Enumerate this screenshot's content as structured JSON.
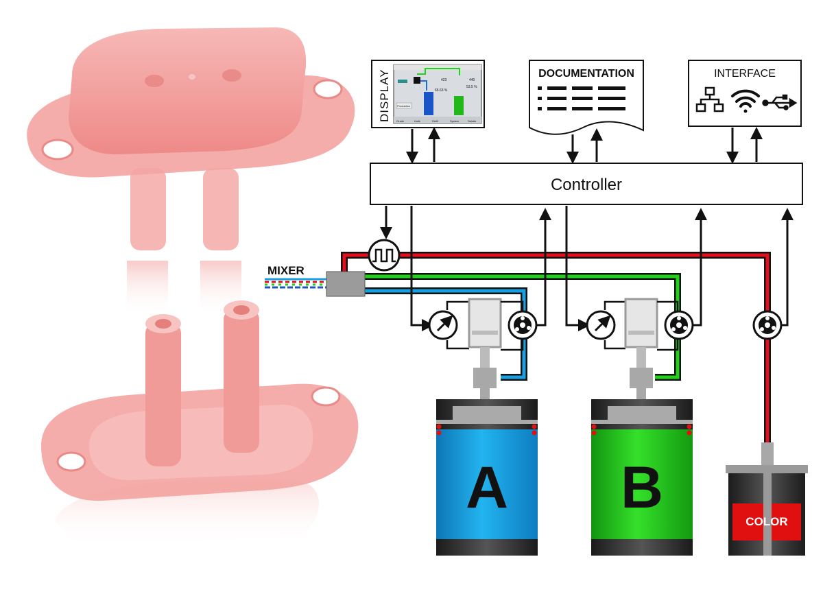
{
  "labels": {
    "display": "DISPLAY",
    "documentation": "DOCUMENTATION",
    "interface": "INTERFACE",
    "controller": "Controller",
    "mixer": "MIXER",
    "tank_a": "A",
    "tank_b": "B",
    "color": "COLOR"
  },
  "display_screen": {
    "tabs": [
      "Grade",
      "Kalib",
      "Refill",
      "System",
      "Details"
    ],
    "reading_a": "423",
    "reading_b": "440",
    "percent_a": "65.63 %",
    "percent_b": "53.5 %",
    "button": "Produktion"
  },
  "colors": {
    "red_line": "#e0101e",
    "green_line": "#22d11a",
    "blue_line": "#1aa0e0",
    "tank_a": "#1da7ea",
    "tank_b": "#1fd21a",
    "color_block": "#e01010",
    "part_pink": "#f29a98"
  }
}
